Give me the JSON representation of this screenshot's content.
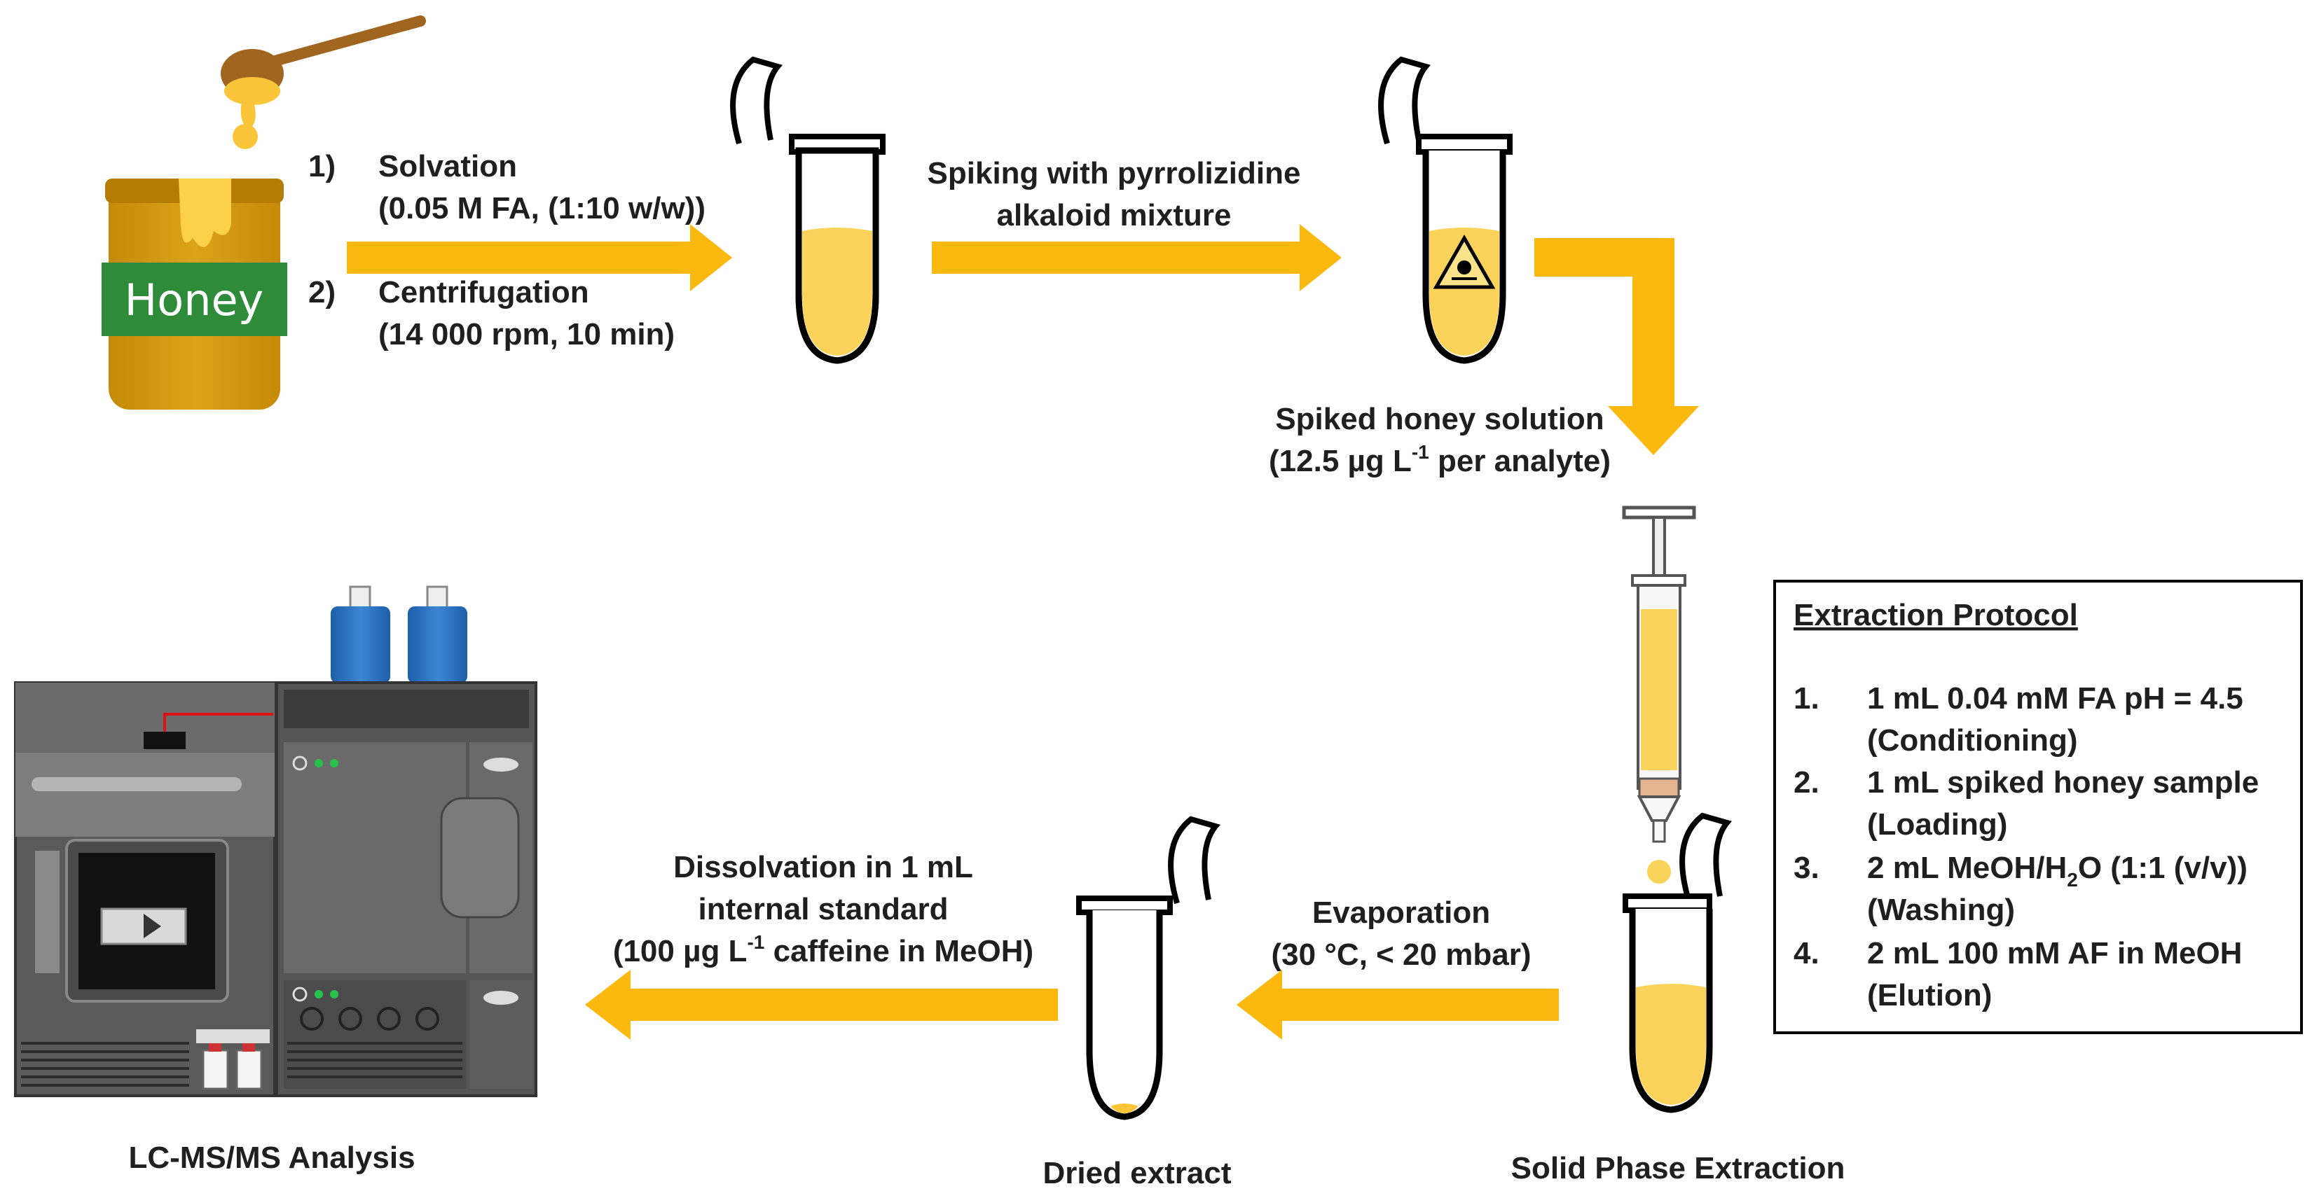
{
  "honey_jar": {
    "label": "Honey"
  },
  "step1": {
    "n1": "1)",
    "t1": "Solvation",
    "d1": "(0.05 M FA, (1:10 w/w))",
    "n2": "2)",
    "t2": "Centrifugation",
    "d2": "(14 000 rpm, 10 min)"
  },
  "spiking": {
    "line1": "Spiking with pyrrolizidine",
    "line2": "alkaloid mixture"
  },
  "spiked": {
    "line1": "Spiked honey solution",
    "line2_pre": "(12.5 µg L",
    "line2_sup": "-1",
    "line2_post": " per analyte)"
  },
  "protocol": {
    "title": "Extraction Protocol",
    "items": [
      {
        "num": "1.",
        "line1": "1 mL 0.04 mM FA pH = 4.5",
        "line2": "(Conditioning)"
      },
      {
        "num": "2.",
        "line1": "1 mL spiked honey sample",
        "line2": "(Loading)"
      },
      {
        "num": "3.",
        "line1_pre": "2 mL MeOH/H",
        "line1_sub": "2",
        "line1_post": "O (1:1 (v/v))",
        "line2": "(Washing)"
      },
      {
        "num": "4.",
        "line1": "2 mL 100 mM AF in MeOH",
        "line2": "(Elution)"
      }
    ]
  },
  "evaporation": {
    "line1": "Evaporation",
    "line2": "(30 °C, < 20 mbar)"
  },
  "dissolution": {
    "line1": "Dissolvation in 1 mL",
    "line2": "internal standard",
    "line3_pre": "(100 µg L",
    "line3_sup": "-1",
    "line3_post": " caffeine in MeOH)"
  },
  "captions": {
    "lcms": "LC-MS/MS Analysis",
    "dried": "Dried extract",
    "spe": "Solid Phase Extraction"
  },
  "colors": {
    "arrow": "#fbb80f",
    "honey": "#fbd35a",
    "jar": "#d49a0c",
    "label_band": "#2e8b3a"
  }
}
